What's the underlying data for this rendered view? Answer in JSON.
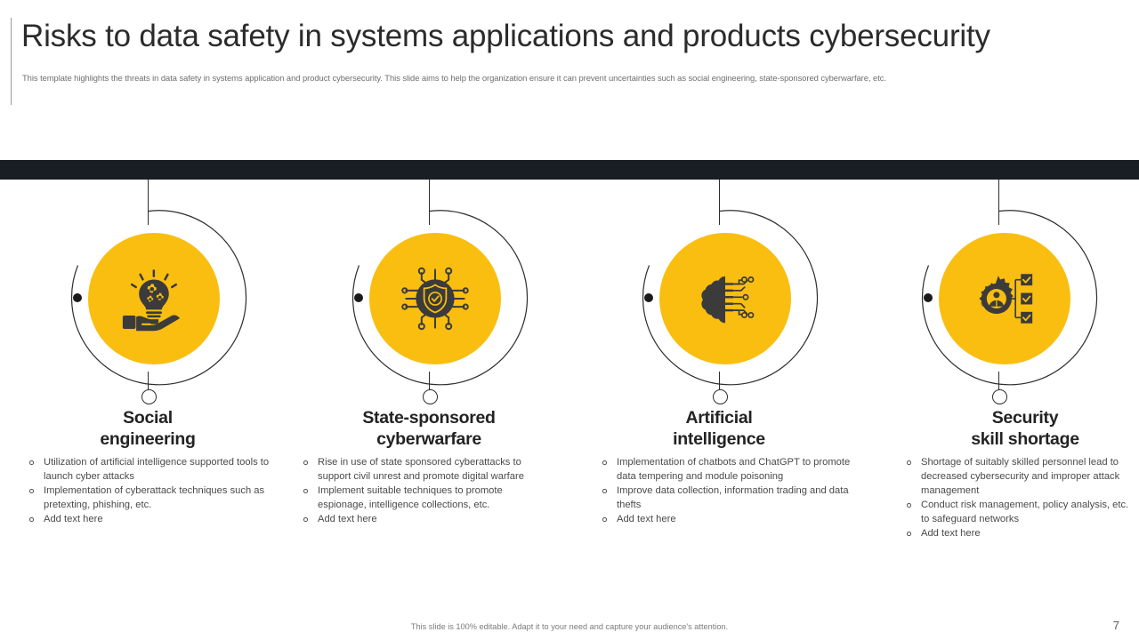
{
  "slide": {
    "title": "Risks to data safety in systems applications and products cybersecurity",
    "subtitle": "This template highlights the threats in data safety in systems application and product cybersecurity. This slide aims to help the organization ensure it can prevent uncertainties such as social engineering, state-sponsored cyberwarfare, etc.",
    "page_number": "7",
    "footer_note": "This slide is 100% editable. Adapt it to your need and capture your audience's attention.",
    "accent_color": "#F9BE10",
    "band_color": "#191d24",
    "icon_color": "#3b3b3b"
  },
  "columns": [
    {
      "icon": "lightbulb-gears-in-hand-icon",
      "heading_line1": "Social",
      "heading_line2": "engineering",
      "bullets": [
        "Utilization of artificial intelligence supported tools to launch cyber attacks",
        "Implementation of cyberattack techniques such as pretexting, phishing, etc.",
        "Add text here"
      ]
    },
    {
      "icon": "shield-check-circuit-icon",
      "heading_line1": "State-sponsored",
      "heading_line2": "cyberwarfare",
      "bullets": [
        "Rise in use of state sponsored cyberattacks to support civil unrest and promote digital warfare",
        "Implement suitable techniques to promote espionage, intelligence collections, etc.",
        "Add text here"
      ]
    },
    {
      "icon": "ai-brain-circuit-icon",
      "heading_line1": "Artificial",
      "heading_line2": "intelligence",
      "bullets": [
        "Implementation of chatbots and ChatGPT to promote data tempering and module poisoning",
        "Improve data collection, information trading and data thefts",
        "Add text here"
      ]
    },
    {
      "icon": "gear-person-checklist-icon",
      "heading_line1": "Security",
      "heading_line2": "skill shortage",
      "bullets": [
        "Shortage of suitably skilled personnel lead to decreased cybersecurity and improper attack management",
        "Conduct risk management, policy analysis, etc. to safeguard networks",
        "Add text here"
      ]
    }
  ]
}
